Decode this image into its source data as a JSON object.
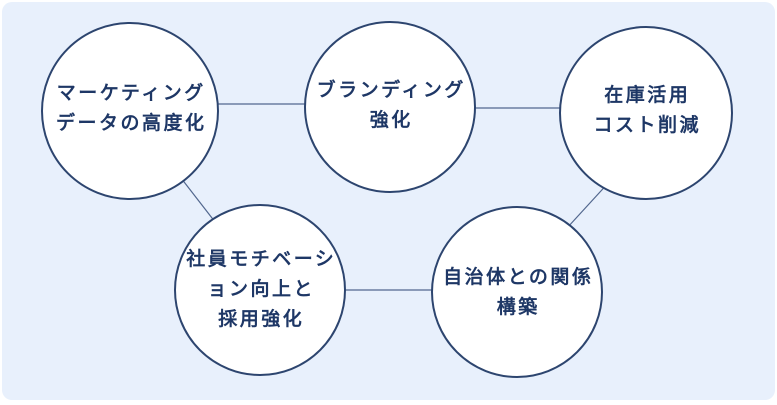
{
  "diagram": {
    "panel_background_color": "#e8f0fc",
    "circle_fill_color": "#ffffff",
    "circle_border_color": "#2d456f",
    "connector_color": "#52678e",
    "text_color": "#1e3766",
    "nodes": [
      {
        "id": "marketing-data",
        "label": "マーケティング\nデータの高度化"
      },
      {
        "id": "branding",
        "label": "ブランディング\n強化"
      },
      {
        "id": "inventory-cost",
        "label": "在庫活用\nコスト削減"
      },
      {
        "id": "employee-motivation",
        "label": "社員モチベーシ\nョン向上と\n採用強化"
      },
      {
        "id": "municipality-relations",
        "label": "自治体との関係\n構築"
      }
    ],
    "connections": [
      {
        "from": "marketing-data",
        "to": "branding"
      },
      {
        "from": "branding",
        "to": "inventory-cost"
      },
      {
        "from": "marketing-data",
        "to": "employee-motivation"
      },
      {
        "from": "employee-motivation",
        "to": "municipality-relations"
      },
      {
        "from": "municipality-relations",
        "to": "inventory-cost"
      }
    ]
  }
}
